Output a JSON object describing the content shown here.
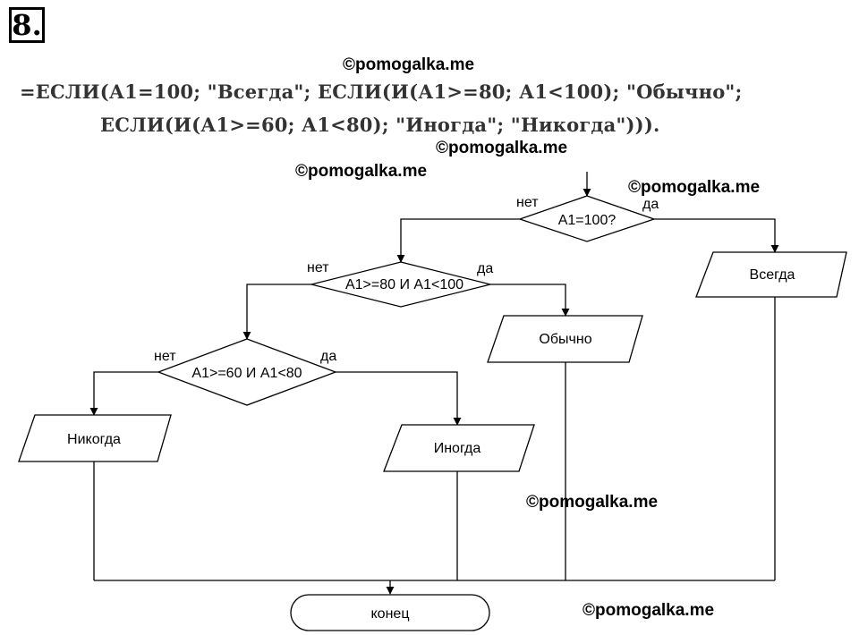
{
  "task_number": "8.",
  "formula": {
    "line1": "=ЕСЛИ(А1=100; \"Всегда\"; ЕСЛИ(И(А1>=80; А1<100); \"Обычно\";",
    "line2": "ЕСЛИ(И(А1>=60; А1<80); \"Иногда\"; \"Никогда\")))."
  },
  "watermark": "©pomogalka.me",
  "flowchart": {
    "cond1": "A1=100?",
    "cond2": "A1>=80 И A1<100",
    "cond3": "A1>=60 И A1<80",
    "yes_label": "да",
    "no_label": "нет",
    "out_always": "Всегда",
    "out_usually": "Обычно",
    "out_sometimes": "Иногда",
    "out_never": "Никогда",
    "end": "конец"
  }
}
